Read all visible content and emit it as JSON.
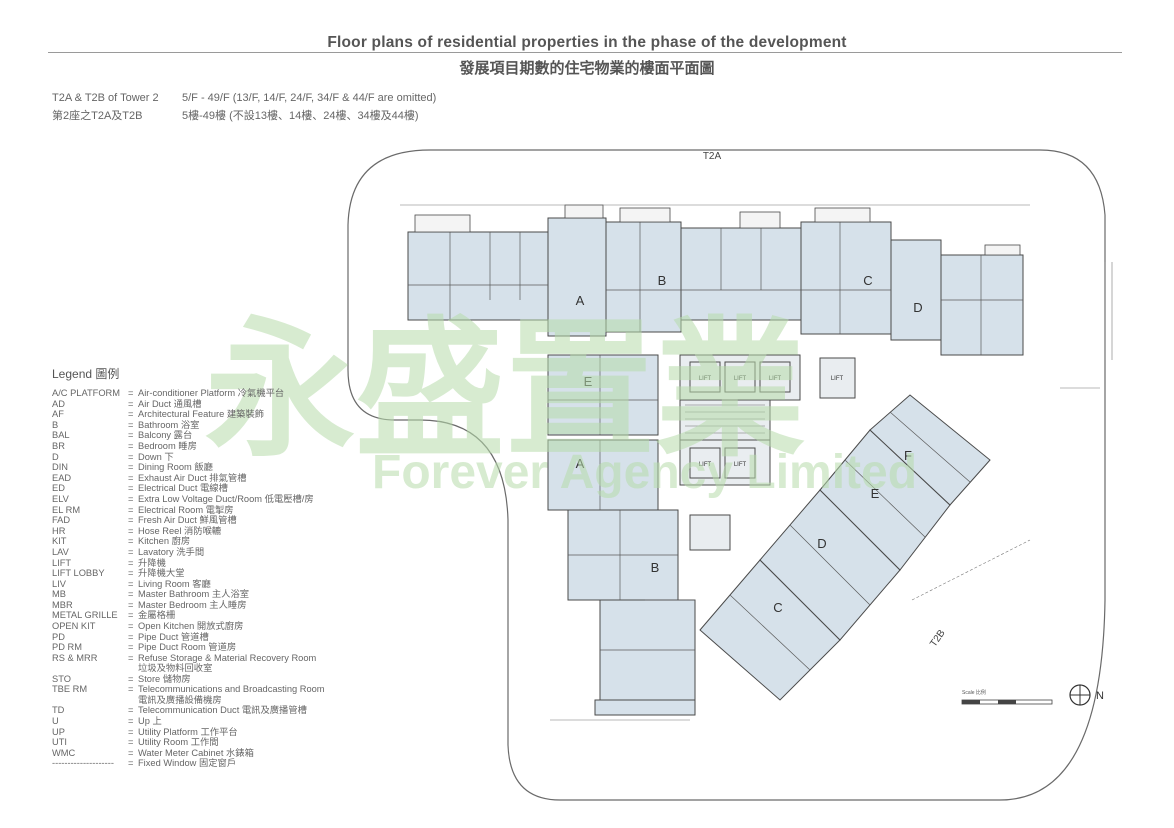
{
  "header": {
    "title_en": "Floor plans of residential properties in the phase of the development",
    "title_zh": "發展項目期數的住宅物業的樓面平面圖"
  },
  "subheader": {
    "tower_en": "T2A & T2B of Tower 2",
    "floors_en": "5/F - 49/F (13/F, 14/F, 24/F, 34/F & 44/F are omitted)",
    "tower_zh": "第2座之T2A及T2B",
    "floors_zh": "5樓-49樓 (不設13樓、14樓、24樓、34樓及44樓)"
  },
  "legend": {
    "title": "Legend 圖例",
    "items": [
      {
        "abbr": "A/C PLATFORM",
        "desc": "Air-conditioner Platform 冷氣機平台"
      },
      {
        "abbr": "AD",
        "desc": "Air Duct 通風槽"
      },
      {
        "abbr": "AF",
        "desc": "Architectural Feature 建築裝飾"
      },
      {
        "abbr": "B",
        "desc": "Bathroom 浴室"
      },
      {
        "abbr": "BAL",
        "desc": "Balcony 露台"
      },
      {
        "abbr": "BR",
        "desc": "Bedroom 睡房"
      },
      {
        "abbr": "D",
        "desc": "Down 下"
      },
      {
        "abbr": "DIN",
        "desc": "Dining Room 飯廳"
      },
      {
        "abbr": "EAD",
        "desc": "Exhaust Air Duct 排氣管槽"
      },
      {
        "abbr": "ED",
        "desc": "Electrical Duct 電線槽"
      },
      {
        "abbr": "ELV",
        "desc": "Extra Low Voltage Duct/Room 低電壓槽/房"
      },
      {
        "abbr": "EL RM",
        "desc": "Electrical Room 電掣房"
      },
      {
        "abbr": "FAD",
        "desc": "Fresh Air Duct 鮮風管槽"
      },
      {
        "abbr": "HR",
        "desc": "Hose Reel 消防喉轆"
      },
      {
        "abbr": "KIT",
        "desc": "Kitchen 廚房"
      },
      {
        "abbr": "LAV",
        "desc": "Lavatory 洗手間"
      },
      {
        "abbr": "LIFT",
        "desc": "升降機"
      },
      {
        "abbr": "LIFT LOBBY",
        "desc": "升降機大堂"
      },
      {
        "abbr": "LIV",
        "desc": "Living Room 客廳"
      },
      {
        "abbr": "MB",
        "desc": "Master Bathroom 主人浴室"
      },
      {
        "abbr": "MBR",
        "desc": "Master Bedroom 主人睡房"
      },
      {
        "abbr": "METAL GRILLE",
        "desc": "金屬格柵"
      },
      {
        "abbr": "OPEN KIT",
        "desc": "Open Kitchen 開放式廚房"
      },
      {
        "abbr": "PD",
        "desc": "Pipe Duct 管道槽"
      },
      {
        "abbr": "PD RM",
        "desc": "Pipe Duct Room 管道房"
      },
      {
        "abbr": "RS & MRR",
        "desc": "Refuse Storage & Material Recovery Room",
        "desc2": "垃圾及物料回收室"
      },
      {
        "abbr": "STO",
        "desc": "Store 儲物房"
      },
      {
        "abbr": "TBE RM",
        "desc": "Telecommunications and Broadcasting Room",
        "desc2": "電訊及廣播設備機房"
      },
      {
        "abbr": "TD",
        "desc": "Telecommunication Duct 電訊及廣播管槽"
      },
      {
        "abbr": "U",
        "desc": "Up 上"
      },
      {
        "abbr": "UP",
        "desc": "Utility Platform 工作平台"
      },
      {
        "abbr": "UTI",
        "desc": "Utility Room 工作間"
      },
      {
        "abbr": "WMC",
        "desc": "Water Meter Cabinet 水錶箱"
      },
      {
        "abbr": "--------------------",
        "desc": "Fixed Window 固定窗戶"
      }
    ]
  },
  "plan": {
    "tower_label_a": "T2A",
    "tower_label_b": "T2B",
    "units_t2a": [
      "A",
      "B",
      "C",
      "D",
      "E"
    ],
    "units_t2b": [
      "A",
      "B",
      "C",
      "D",
      "E",
      "F"
    ],
    "lift_label": "LIFT",
    "north_label": "N",
    "scale_label": "Scale 比例"
  },
  "watermark": {
    "chinese": "永盛置業",
    "english": "Forever Agency Limited"
  },
  "colors": {
    "text": "#555555",
    "plan_line": "#4a4a4a",
    "unit_fill": "#d6e1ea",
    "watermark": "#b7dcab"
  }
}
